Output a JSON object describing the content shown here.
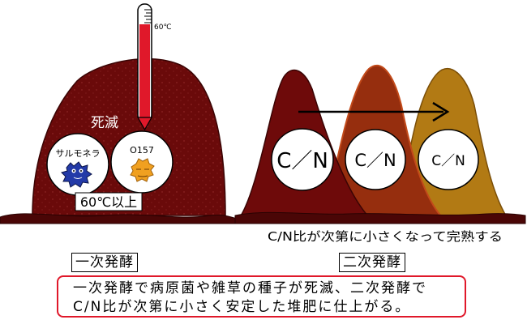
{
  "thermometer": {
    "reading": "60℃"
  },
  "pile1": {
    "kill_label": "死滅",
    "pathogen1": "サルモネラ",
    "pathogen2": "O157",
    "temp_label": "60℃以上"
  },
  "pile2": {
    "cn_labels": [
      "C／N",
      "C／N",
      "C／N"
    ],
    "caption": "C/N比が次第に小さくなって完熟する"
  },
  "labels": {
    "primary": "一次発酵",
    "secondary": "二次発酵"
  },
  "summary": {
    "line1": "一次発酵で病原菌や雑草の種子が死滅、二次発酵で",
    "line2": "C/N比が次第に小さく安定した堆肥に仕上がる。"
  },
  "colors": {
    "compost_dark": "#6e0a0a",
    "compost_mid": "#962e0e",
    "compost_light": "#b27a14",
    "mercury": "#e0182a",
    "salmonella": "#233aa8",
    "o157": "#f0a020",
    "summary_border": "#e0182a"
  }
}
